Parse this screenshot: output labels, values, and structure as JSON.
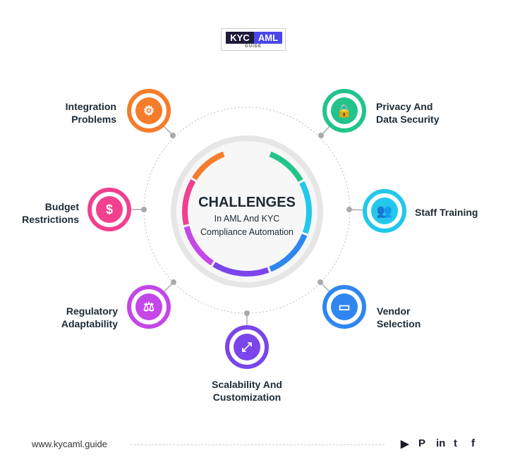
{
  "logo": {
    "left": "KYC",
    "right": "AML",
    "sub": "GUIDE"
  },
  "center": {
    "title": "CHALLENGES",
    "line1": "In AML And KYC",
    "line2": "Compliance Automation"
  },
  "items": [
    {
      "label1": "Integration",
      "label2": "Problems",
      "color": "#f57c2a",
      "icon": "gear-circuit-icon"
    },
    {
      "label1": "Privacy And",
      "label2": "Data Security",
      "color": "#22c48a",
      "icon": "shield-lock-icon"
    },
    {
      "label1": "Budget",
      "label2": "Restrictions",
      "color": "#f0408f",
      "icon": "dollar-chart-icon"
    },
    {
      "label1": "Staff Training",
      "label2": "",
      "color": "#22c8ea",
      "icon": "users-icon"
    },
    {
      "label1": "Regulatory",
      "label2": "Adaptability",
      "color": "#c447e8",
      "icon": "gavel-icon"
    },
    {
      "label1": "Vendor",
      "label2": "Selection",
      "color": "#2f86f0",
      "icon": "presentation-icon"
    },
    {
      "label1": "Scalability And",
      "label2": "Customization",
      "color": "#7a45ea",
      "icon": "resize-icon"
    }
  ],
  "footer": {
    "url": "www.kycaml.guide",
    "social": [
      "youtube-icon",
      "pinterest-icon",
      "linkedin-icon",
      "twitter-icon",
      "facebook-icon"
    ],
    "social_text": [
      "▶",
      "P",
      "in",
      "t",
      "f"
    ]
  }
}
